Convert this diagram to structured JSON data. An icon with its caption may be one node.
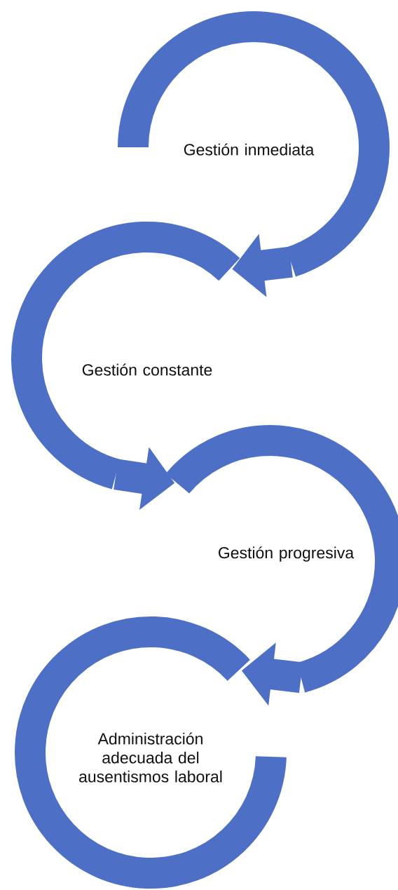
{
  "diagram": {
    "nodes": [
      {
        "text": [
          "Gestión inmediata"
        ]
      },
      {
        "text": [
          "Gestión constante"
        ]
      },
      {
        "text": [
          "Gestión progresiva"
        ]
      },
      {
        "text": [
          "Administración adecuada del ausentismos laboral"
        ]
      }
    ],
    "edges": [
      {
        "from": 0,
        "to": 1,
        "arrow": "to"
      },
      {
        "from": 1,
        "to": 2,
        "arrow": "to"
      },
      {
        "from": 2,
        "to": 3,
        "arrow": "to"
      }
    ]
  }
}
